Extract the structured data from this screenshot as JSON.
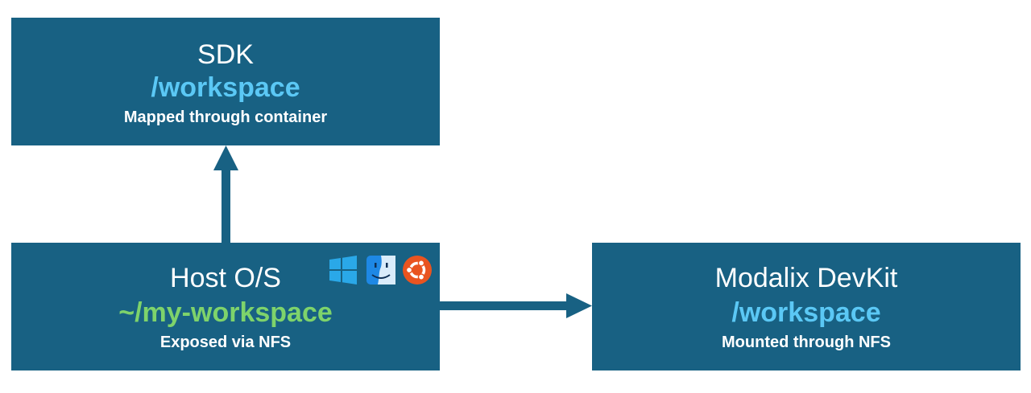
{
  "colors": {
    "box_fill": "#186183",
    "path_blue": "#5bc8f5",
    "path_green": "#7ed36b",
    "arrow": "#186183",
    "windows_blue": "#2aa8e8",
    "ubuntu_orange": "#e95420"
  },
  "sdk_box": {
    "title": "SDK",
    "path": "/workspace",
    "note": "Mapped through container"
  },
  "host_box": {
    "title": "Host O/S",
    "path": "~/my-workspace",
    "note": "Exposed via NFS",
    "os_icons": [
      "windows-icon",
      "macos-finder-icon",
      "ubuntu-icon"
    ]
  },
  "devkit_box": {
    "title": "Modalix DevKit",
    "path": "/workspace",
    "note": "Mounted through NFS"
  },
  "edges": [
    {
      "from": "Host O/S",
      "to": "SDK"
    },
    {
      "from": "Host O/S",
      "to": "Modalix DevKit"
    }
  ]
}
